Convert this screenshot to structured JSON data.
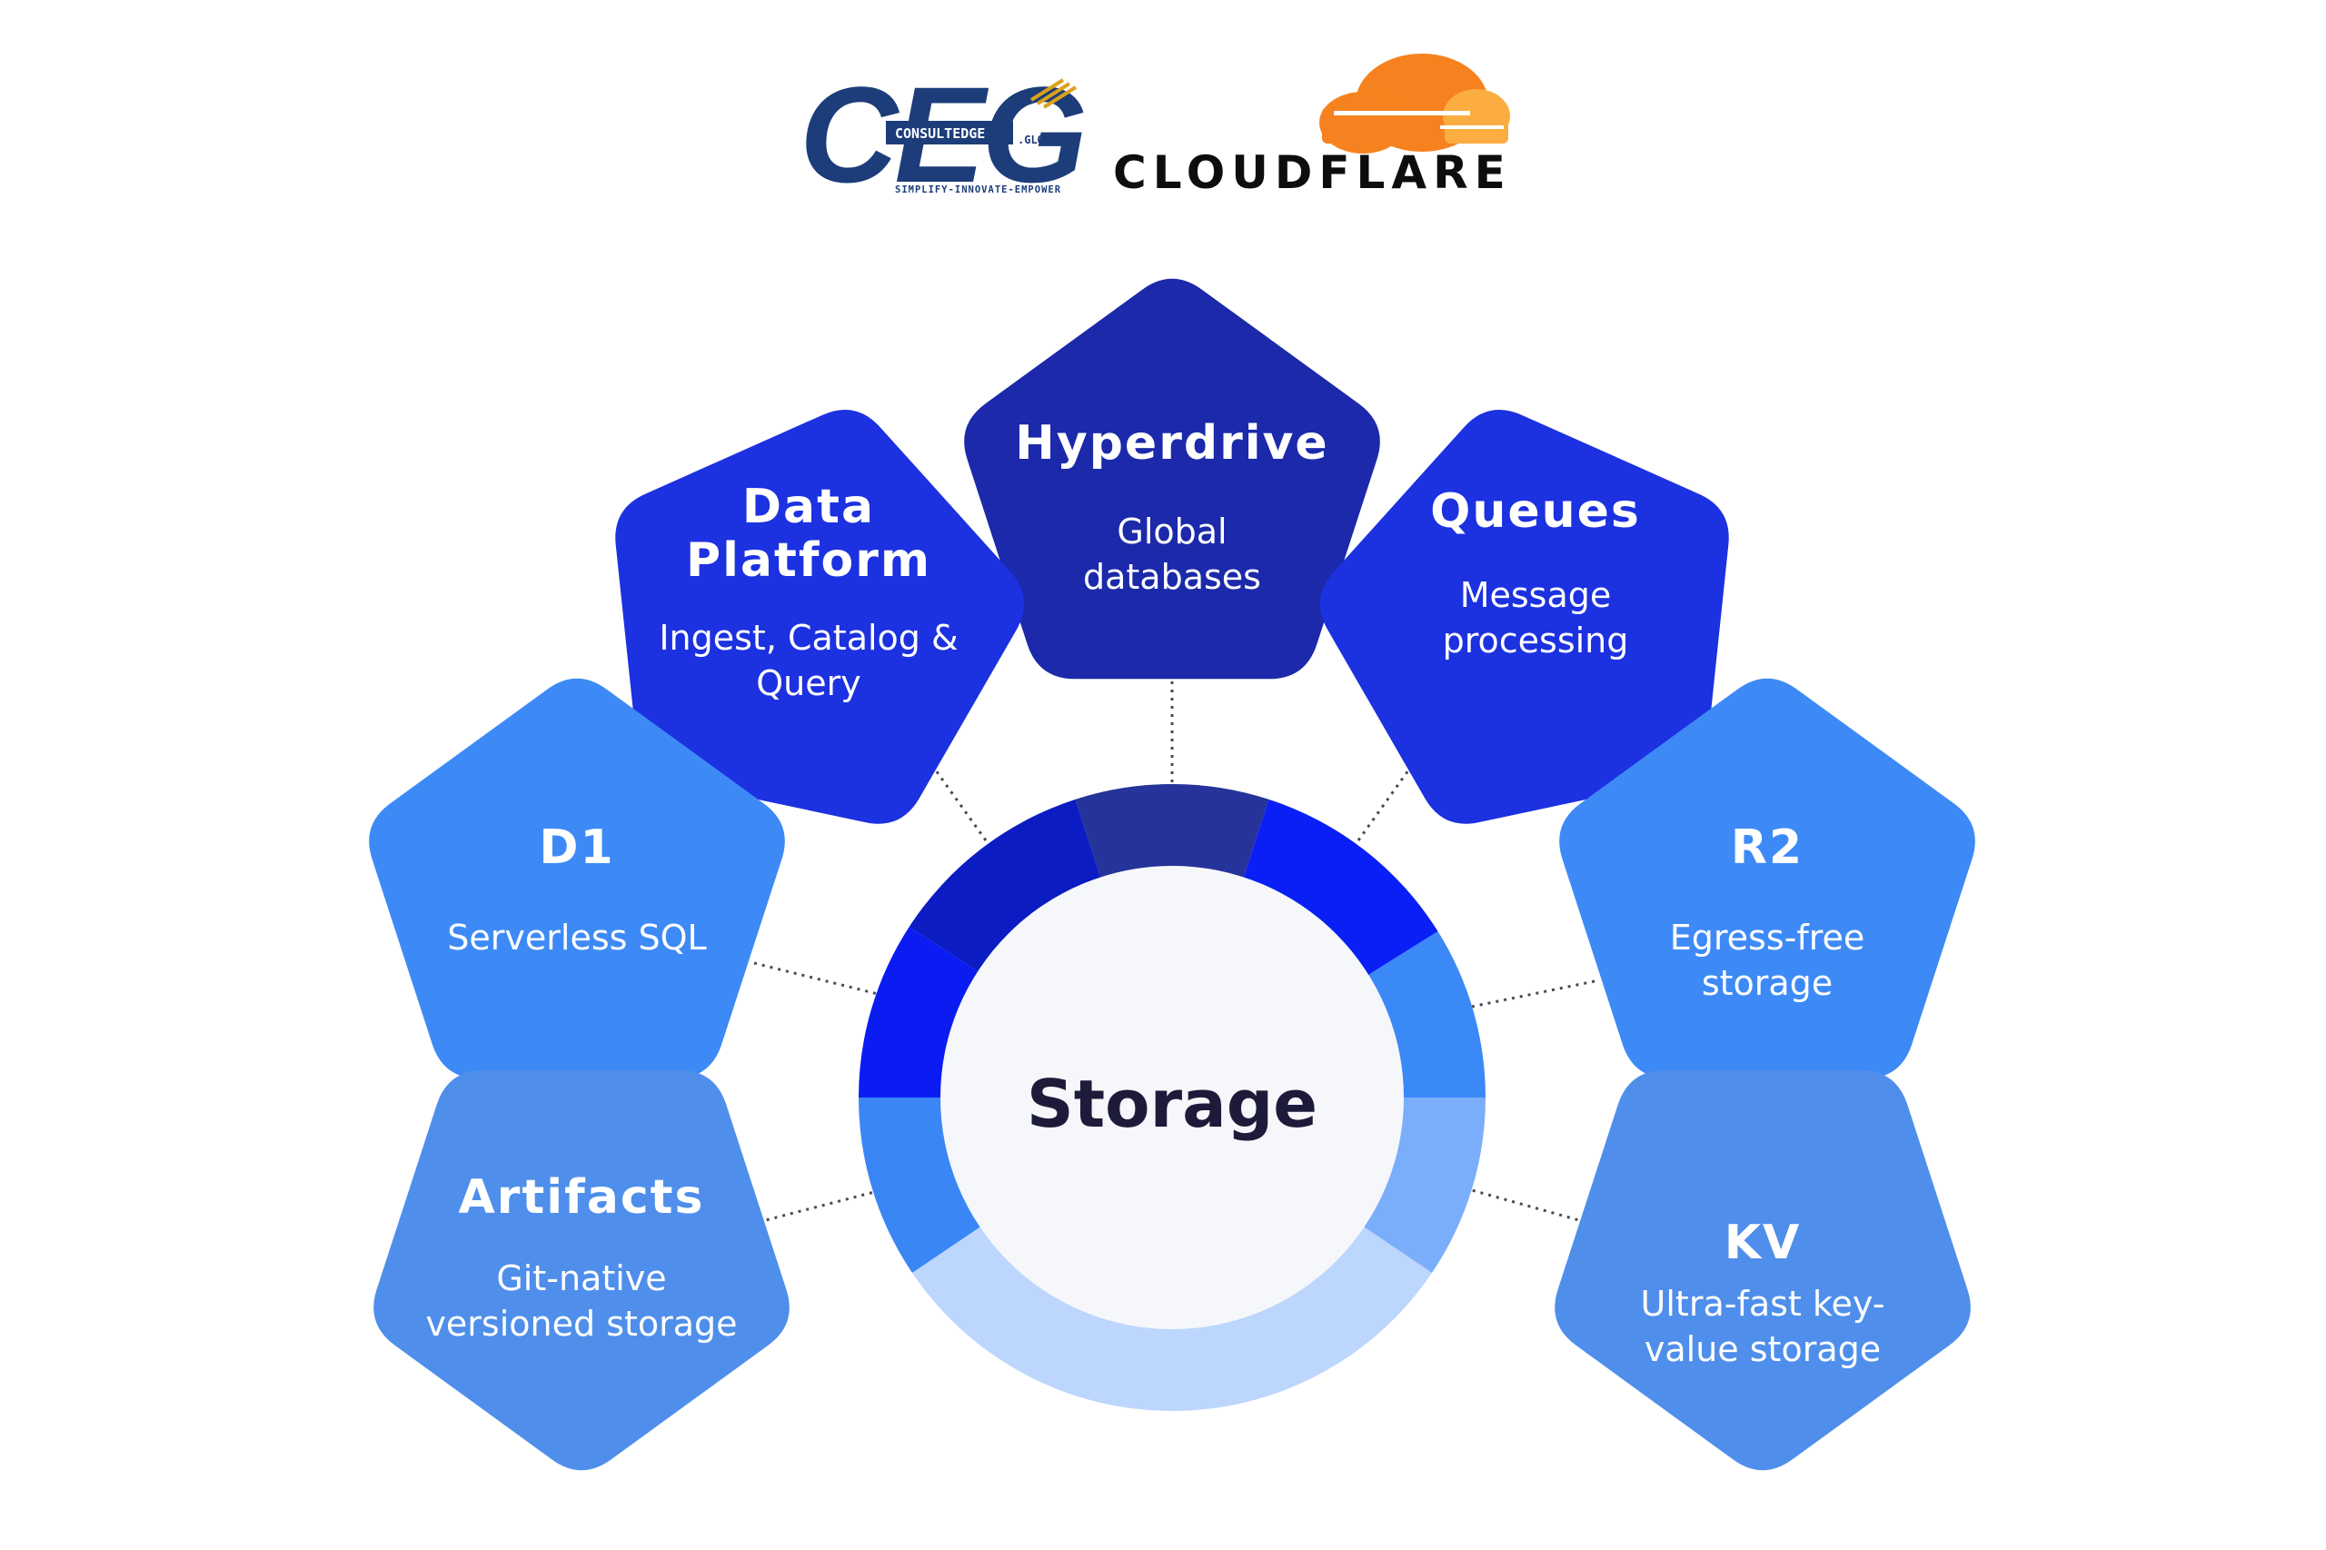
{
  "logos": {
    "ceg": {
      "letters": "CEG",
      "tag": "CONSULTEDGE",
      "suffix": ".GLOBAL",
      "tagline": "SIMPLIFY-INNOVATE-EMPOWER",
      "color_primary": "#1c3d7a",
      "color_accent": "#d9a21b"
    },
    "cloudflare": {
      "wordmark": "CLOUDFLARE",
      "cloud_color": "#f6821f",
      "cloud_highlight": "#fbad41",
      "text_color": "#0d0d0d"
    }
  },
  "center": {
    "label": "Storage",
    "fill": "#f5f7fb",
    "text_color": "#1e1b3a"
  },
  "ring_segments": [
    {
      "name": "hyperdrive",
      "color": "#26339a"
    },
    {
      "name": "queues",
      "color": "#0a1ff5"
    },
    {
      "name": "r2",
      "color": "#3b88f7"
    },
    {
      "name": "kv",
      "color": "#7aaefb"
    },
    {
      "name": "bottom",
      "color": "#bdd6fd"
    },
    {
      "name": "artifacts",
      "color": "#3a86f5"
    },
    {
      "name": "d1",
      "color": "#0a1cf2"
    },
    {
      "name": "data-platform",
      "color": "#0a1cc2"
    }
  ],
  "nodes": [
    {
      "id": "hyperdrive",
      "title": "Hyperdrive",
      "desc": [
        "Global",
        "databases"
      ],
      "color": "#1b29aa"
    },
    {
      "id": "data-platform",
      "title": [
        "Data",
        "Platform"
      ],
      "desc": [
        "Ingest, Catalog &",
        "Query"
      ],
      "color": "#1c31e0"
    },
    {
      "id": "queues",
      "title": "Queues",
      "desc": [
        "Message",
        "processing"
      ],
      "color": "#1c31e0"
    },
    {
      "id": "d1",
      "title": "D1",
      "desc": [
        "Serverless SQL"
      ],
      "color": "#3d8af7"
    },
    {
      "id": "r2",
      "title": "R2",
      "desc": [
        "Egress-free",
        "storage"
      ],
      "color": "#3d8af7"
    },
    {
      "id": "artifacts",
      "title": "Artifacts",
      "desc": [
        "Git-native",
        "versioned storage"
      ],
      "color": "#4f8feb"
    },
    {
      "id": "kv",
      "title": "KV",
      "desc": [
        "Ultra-fast key-",
        "value storage"
      ],
      "color": "#4f8feb"
    }
  ]
}
